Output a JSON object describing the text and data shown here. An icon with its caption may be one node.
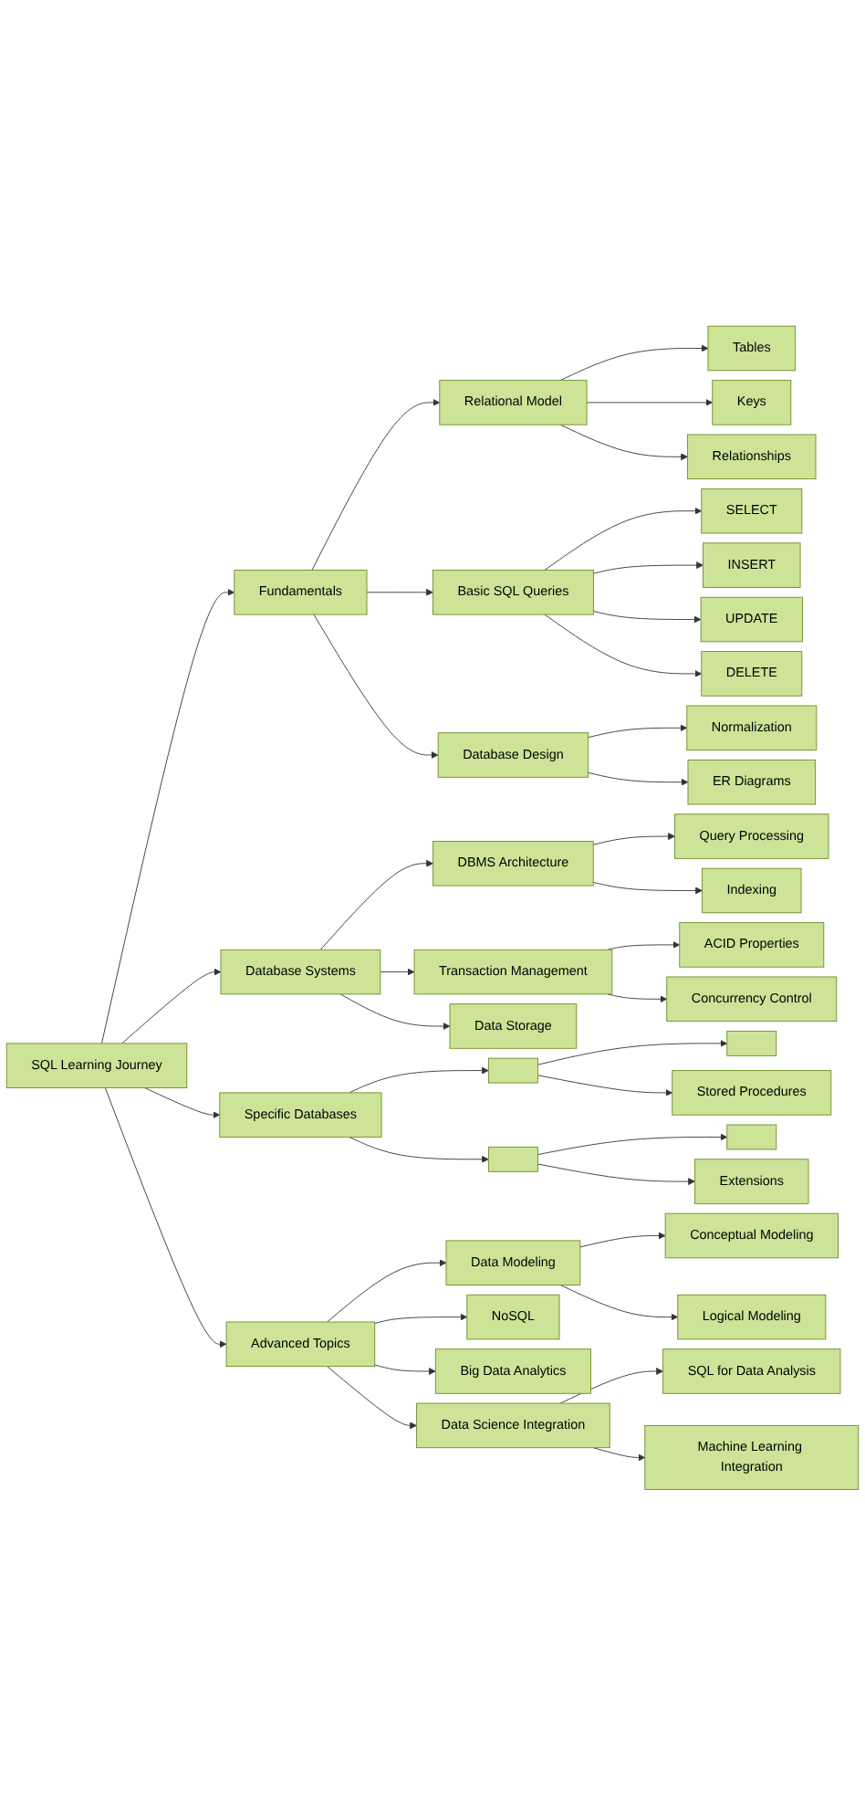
{
  "diagram": {
    "nodes": [
      {
        "text": [
          "SQL Learning Journey"
        ]
      },
      {
        "text": [
          "Fundamentals"
        ]
      },
      {
        "text": [
          "Relational Model"
        ]
      },
      {
        "text": [
          "Tables"
        ]
      },
      {
        "text": [
          "Keys"
        ]
      },
      {
        "text": [
          "Relationships"
        ]
      },
      {
        "text": [
          "Basic SQL Queries"
        ]
      },
      {
        "text": [
          "SELECT"
        ]
      },
      {
        "text": [
          "INSERT"
        ]
      },
      {
        "text": [
          "UPDATE"
        ]
      },
      {
        "text": [
          "DELETE"
        ]
      },
      {
        "text": [
          "Database Design"
        ]
      },
      {
        "text": [
          "Normalization"
        ]
      },
      {
        "text": [
          "ER Diagrams"
        ]
      },
      {
        "text": [
          "Database Systems"
        ]
      },
      {
        "text": [
          "DBMS Architecture"
        ]
      },
      {
        "text": [
          "Query Processing"
        ]
      },
      {
        "text": [
          "Indexing"
        ]
      },
      {
        "text": [
          "Transaction Management"
        ]
      },
      {
        "text": [
          "ACID Properties"
        ]
      },
      {
        "text": [
          "Concurrency Control"
        ]
      },
      {
        "text": [
          "Data Storage"
        ]
      },
      {
        "text": [
          "Specific Databases"
        ]
      },
      {
        "text": [],
        "shape": "box"
      },
      {
        "text": [],
        "shape": "box"
      },
      {
        "text": [
          "Stored Procedures"
        ]
      },
      {
        "text": [],
        "shape": "box"
      },
      {
        "text": [],
        "shape": "box"
      },
      {
        "text": [
          "Extensions"
        ]
      },
      {
        "text": [
          "Advanced Topics"
        ]
      },
      {
        "text": [
          "Data Modeling"
        ]
      },
      {
        "text": [
          "Conceptual Modeling"
        ]
      },
      {
        "text": [
          "Logical Modeling"
        ]
      },
      {
        "text": [
          "NoSQL"
        ]
      },
      {
        "text": [
          "Big Data Analytics"
        ]
      },
      {
        "text": [
          "Data Science Integration"
        ]
      },
      {
        "text": [
          "SQL for Data Analysis"
        ]
      },
      {
        "text": [
          "Machine Learning Integration"
        ]
      }
    ],
    "edges": [
      {
        "from": 0,
        "to": 1,
        "arrow": "to"
      },
      {
        "from": 1,
        "to": 2,
        "arrow": "to"
      },
      {
        "from": 2,
        "to": 3,
        "arrow": "to"
      },
      {
        "from": 2,
        "to": 4,
        "arrow": "to"
      },
      {
        "from": 2,
        "to": 5,
        "arrow": "to"
      },
      {
        "from": 1,
        "to": 6,
        "arrow": "to"
      },
      {
        "from": 6,
        "to": 7,
        "arrow": "to"
      },
      {
        "from": 6,
        "to": 8,
        "arrow": "to"
      },
      {
        "from": 6,
        "to": 9,
        "arrow": "to"
      },
      {
        "from": 6,
        "to": 10,
        "arrow": "to"
      },
      {
        "from": 1,
        "to": 11,
        "arrow": "to"
      },
      {
        "from": 11,
        "to": 12,
        "arrow": "to"
      },
      {
        "from": 11,
        "to": 13,
        "arrow": "to"
      },
      {
        "from": 0,
        "to": 14,
        "arrow": "to"
      },
      {
        "from": 14,
        "to": 15,
        "arrow": "to"
      },
      {
        "from": 15,
        "to": 16,
        "arrow": "to"
      },
      {
        "from": 15,
        "to": 17,
        "arrow": "to"
      },
      {
        "from": 14,
        "to": 18,
        "arrow": "to"
      },
      {
        "from": 18,
        "to": 19,
        "arrow": "to"
      },
      {
        "from": 18,
        "to": 20,
        "arrow": "to"
      },
      {
        "from": 14,
        "to": 21,
        "arrow": "to"
      },
      {
        "from": 0,
        "to": 22,
        "arrow": "to"
      },
      {
        "from": 22,
        "to": 23,
        "arrow": "to"
      },
      {
        "from": 23,
        "to": 24,
        "arrow": "to"
      },
      {
        "from": 23,
        "to": 25,
        "arrow": "to"
      },
      {
        "from": 22,
        "to": 26,
        "arrow": "to"
      },
      {
        "from": 26,
        "to": 27,
        "arrow": "to"
      },
      {
        "from": 26,
        "to": 28,
        "arrow": "to"
      },
      {
        "from": 0,
        "to": 29,
        "arrow": "to"
      },
      {
        "from": 29,
        "to": 30,
        "arrow": "to"
      },
      {
        "from": 30,
        "to": 31,
        "arrow": "to"
      },
      {
        "from": 30,
        "to": 32,
        "arrow": "to"
      },
      {
        "from": 29,
        "to": 33,
        "arrow": "to"
      },
      {
        "from": 29,
        "to": 34,
        "arrow": "to"
      },
      {
        "from": 29,
        "to": 35,
        "arrow": "to"
      },
      {
        "from": 35,
        "to": 36,
        "arrow": "to"
      },
      {
        "from": 35,
        "to": 37,
        "arrow": "to"
      }
    ]
  }
}
